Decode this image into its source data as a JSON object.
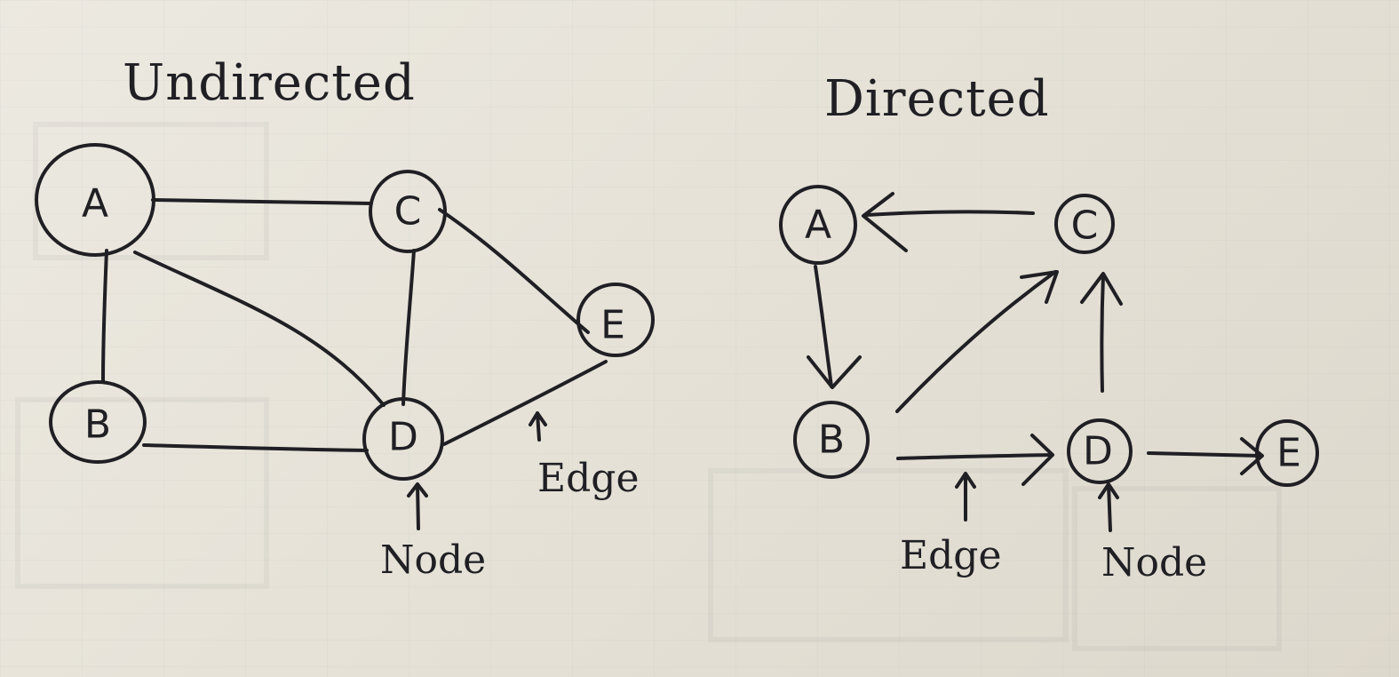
{
  "undirected": {
    "title": "Undirected",
    "nodes": [
      {
        "id": "A",
        "label": "A"
      },
      {
        "id": "B",
        "label": "B"
      },
      {
        "id": "C",
        "label": "C"
      },
      {
        "id": "D",
        "label": "D"
      },
      {
        "id": "E",
        "label": "E"
      }
    ],
    "edges": [
      [
        "A",
        "C"
      ],
      [
        "A",
        "B"
      ],
      [
        "A",
        "D"
      ],
      [
        "C",
        "D"
      ],
      [
        "C",
        "E"
      ],
      [
        "B",
        "D"
      ],
      [
        "E",
        "D"
      ]
    ],
    "annotations": {
      "edge": "Edge",
      "node": "Node"
    }
  },
  "directed": {
    "title": "Directed",
    "nodes": [
      {
        "id": "A",
        "label": "A"
      },
      {
        "id": "B",
        "label": "B"
      },
      {
        "id": "C",
        "label": "C"
      },
      {
        "id": "D",
        "label": "D"
      },
      {
        "id": "E",
        "label": "E"
      }
    ],
    "edges": [
      [
        "C",
        "A"
      ],
      [
        "A",
        "B"
      ],
      [
        "B",
        "C"
      ],
      [
        "D",
        "C"
      ],
      [
        "B",
        "D"
      ],
      [
        "D",
        "E"
      ]
    ],
    "annotations": {
      "edge": "Edge",
      "node": "Node"
    }
  },
  "colors": {
    "ink": "#1f1f24",
    "paper": "#e6e2d8"
  }
}
